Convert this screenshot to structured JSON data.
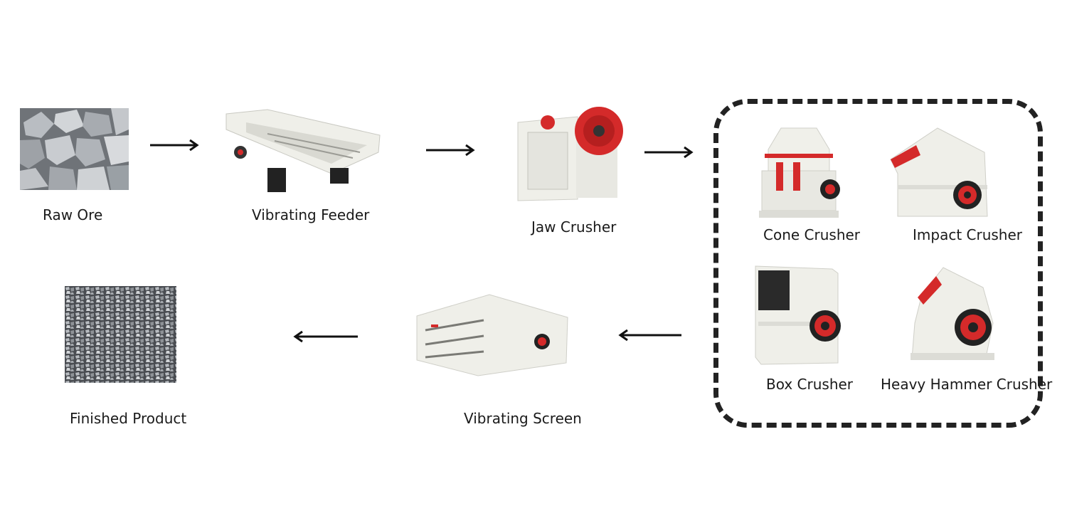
{
  "colors": {
    "machine_body": "#f3f3ef",
    "machine_accent": "#d42a2a",
    "ore_gray": "#8a8e93",
    "arrow": "#111111",
    "group_border": "#222222"
  },
  "nodes": {
    "raw_ore": {
      "label": "Raw Ore"
    },
    "vibrating_feeder": {
      "label": "Vibrating Feeder"
    },
    "jaw_crusher": {
      "label": "Jaw Crusher"
    },
    "cone_crusher": {
      "label": "Cone Crusher"
    },
    "impact_crusher": {
      "label": "Impact Crusher"
    },
    "box_crusher": {
      "label": "Box Crusher"
    },
    "heavy_hammer_crusher": {
      "label": "Heavy Hammer Crusher"
    },
    "vibrating_screen": {
      "label": "Vibrating Screen"
    },
    "finished_product": {
      "label": "Finished Product"
    }
  },
  "edges": [
    {
      "from": "raw_ore",
      "to": "vibrating_feeder"
    },
    {
      "from": "vibrating_feeder",
      "to": "jaw_crusher"
    },
    {
      "from": "jaw_crusher",
      "to": "secondary_crushers"
    },
    {
      "from": "secondary_crushers",
      "to": "vibrating_screen"
    },
    {
      "from": "vibrating_screen",
      "to": "finished_product"
    }
  ]
}
